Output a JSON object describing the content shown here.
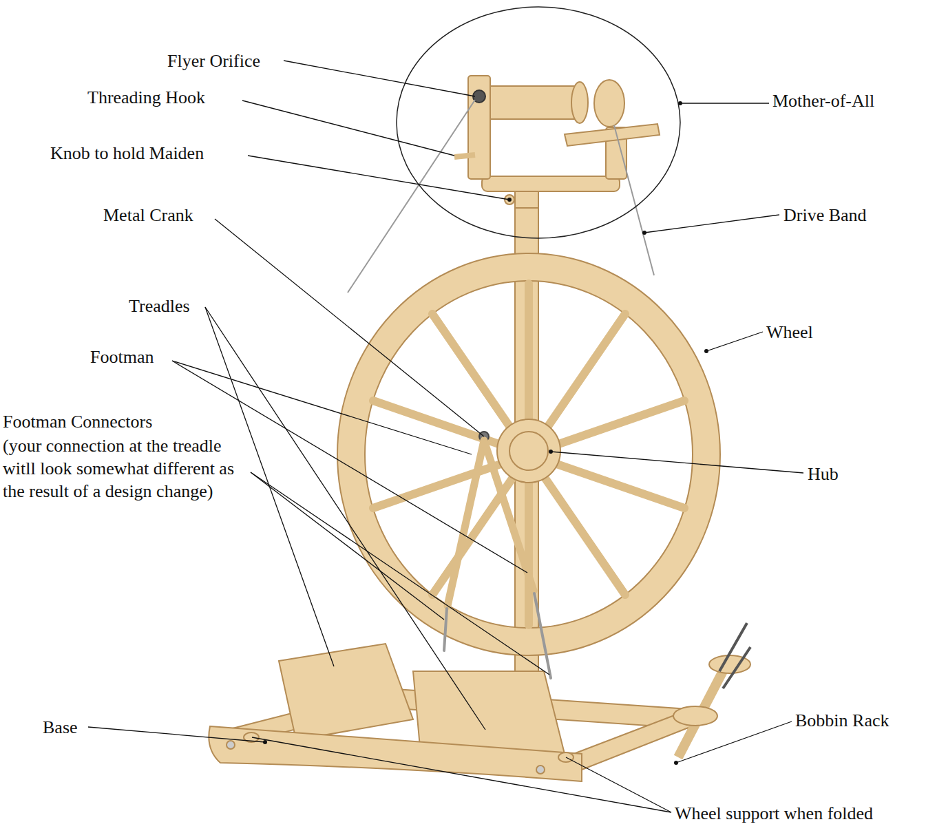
{
  "diagram": {
    "labels": [
      "Flyer Orifice",
      "Threading Hook",
      "Knob to hold Maiden",
      "Metal Crank",
      "Footman",
      "Footman Connectors",
      "(your connection at the treadle witll look somewhat different as the result of a design change)",
      "Treadles",
      "Base",
      "Mother-of-All",
      "Drive Band",
      "Wheel",
      "Hub",
      "Bobbin Rack",
      "Wheel support when folded"
    ]
  }
}
